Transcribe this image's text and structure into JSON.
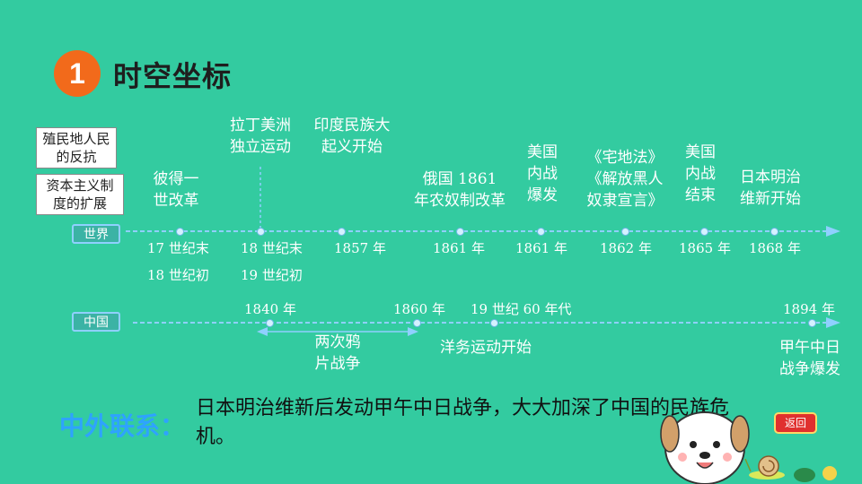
{
  "badge": "1",
  "title": "时空坐标",
  "legend": {
    "colonial": "殖民地人民的反抗",
    "capitalism": "资本主义制度的扩展"
  },
  "world": {
    "tag": "世界",
    "events": [
      {
        "label": "彼得一世改革",
        "year": "17 世纪末",
        "year2": "18 世纪初"
      },
      {
        "label": "拉丁美洲独立运动",
        "year": "18 世纪末",
        "year2": "19 世纪初"
      },
      {
        "label": "印度民族大起义开始",
        "year": "1857 年"
      },
      {
        "label": "俄国 1861 年农奴制改革",
        "year": "1861 年"
      },
      {
        "label": "美国内战爆发",
        "year": "1861 年"
      },
      {
        "label": "《宅地法》《解放黑人奴隶宣言》",
        "year": "1862 年"
      },
      {
        "label": "美国内战结束",
        "year": "1865 年"
      },
      {
        "label": "日本明治维新开始",
        "year": "1868 年"
      }
    ]
  },
  "china": {
    "tag": "中国",
    "events": [
      {
        "year": "1840 年"
      },
      {
        "year": "1860 年"
      },
      {
        "year": "19 世纪 60 年代"
      },
      {
        "year": "1894 年"
      }
    ],
    "span_label": "两次鸦片战争",
    "yangwu_label": "洋务运动开始",
    "war_label": "甲午中日战争爆发"
  },
  "footer": {
    "label": "中外联系：",
    "text": "日本明治维新后发动甲午中日战争，大大加深了中国的民族危机。"
  },
  "back_button": "返回",
  "colors": {
    "background": "#33cba0",
    "badge": "#f26a1b",
    "footer_label": "#2ea3ff"
  }
}
